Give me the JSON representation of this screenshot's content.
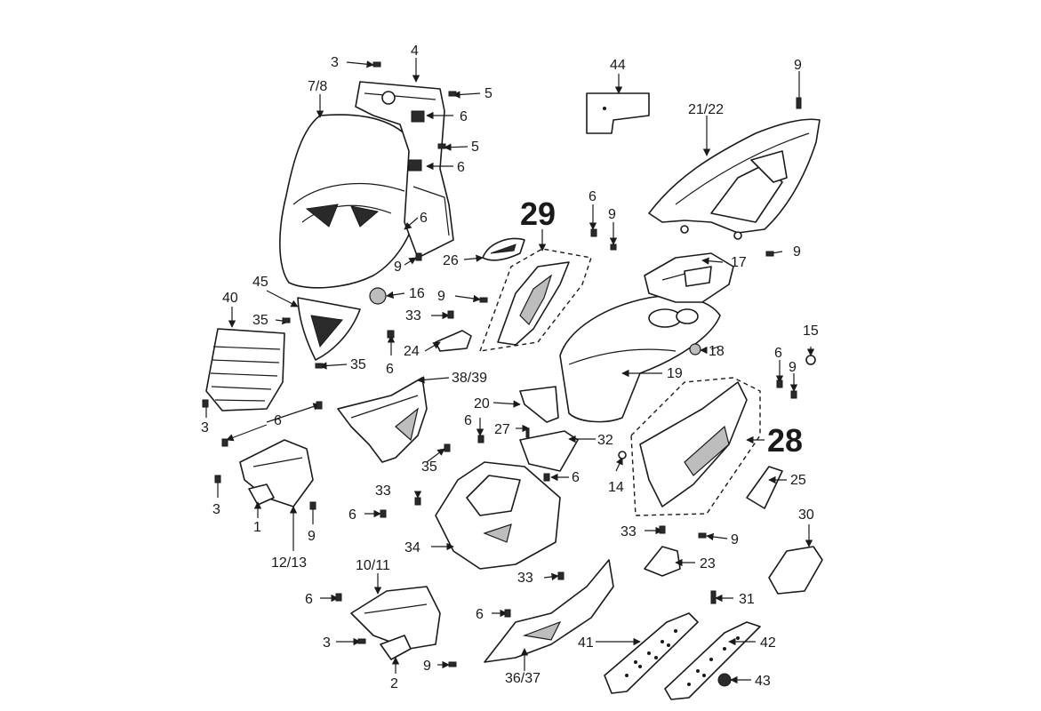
{
  "groups": {
    "g29": "29",
    "g28": "28"
  },
  "labels": {
    "p1": "1",
    "p2": "2",
    "p3a": "3",
    "p3b": "3",
    "p3c": "3",
    "p3d": "3",
    "p4": "4",
    "p5a": "5",
    "p5b": "5",
    "p6a": "6",
    "p6b": "6",
    "p6c": "6",
    "p6d": "6",
    "p6e": "6",
    "p6f": "6",
    "p6g": "6",
    "p6h": "6",
    "p6i": "6",
    "p6j": "6",
    "p6k": "6",
    "p6l": "6",
    "p78": "7/8",
    "p9a": "9",
    "p9b": "9",
    "p9c": "9",
    "p9d": "9",
    "p9e": "9",
    "p9f": "9",
    "p9g": "9",
    "p9h": "9",
    "p9i": "9",
    "p1011": "10/11",
    "p1213": "12/13",
    "p14": "14",
    "p15": "15",
    "p16": "16",
    "p17": "17",
    "p18": "18",
    "p19": "19",
    "p20": "20",
    "p2122": "21/22",
    "p23": "23",
    "p24": "24",
    "p25": "25",
    "p26": "26",
    "p27": "27",
    "p30": "30",
    "p31": "31",
    "p32": "32",
    "p33a": "33",
    "p33b": "33",
    "p33c": "33",
    "p33d": "33",
    "p34": "34",
    "p35a": "35",
    "p35b": "35",
    "p35c": "35",
    "p3637": "36/37",
    "p3839": "38/39",
    "p40": "40",
    "p41": "41",
    "p42": "42",
    "p43": "43",
    "p44": "44",
    "p45": "45"
  }
}
